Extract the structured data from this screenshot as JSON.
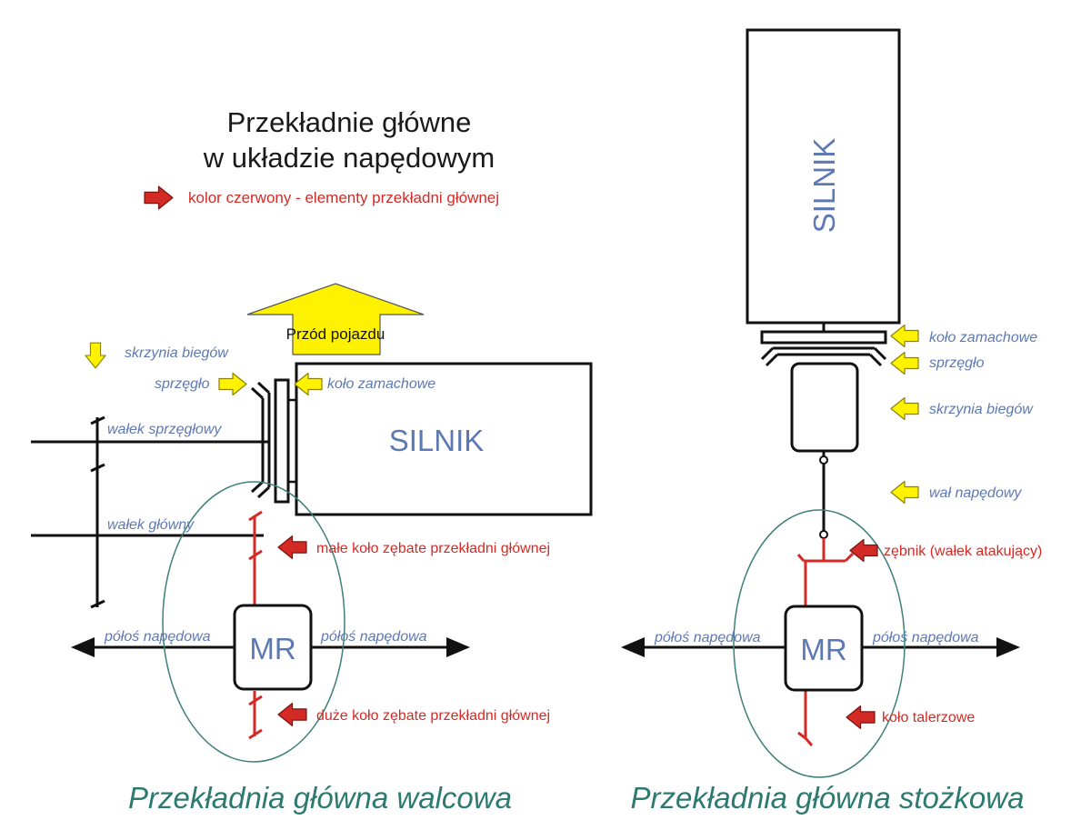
{
  "title": {
    "line1": "Przekładnie główne",
    "line2": "w układzie napędowym"
  },
  "legend": {
    "text": "kolor czerwony - elementy przekładni głównej"
  },
  "colors": {
    "gearbox_red": "#d42a26",
    "pointer_yellow": "#fff200",
    "label_blue": "#5d79b4",
    "caption_teal": "#2c7a70",
    "ellipse_teal": "#3e7f78"
  },
  "left_diagram": {
    "engine_label": "SILNIK",
    "front_arrow_label": "Przód pojazdu",
    "labels": {
      "gearbox": "skrzynia biegów",
      "clutch": "sprzęgło",
      "flywheel": "koło zamachowe",
      "clutch_shaft": "wałek sprzęgłowy",
      "main_shaft": "wałek główny",
      "small_gear": "małe koło zębate przekładni głównej",
      "big_gear": "duże koło zębate przekładni głównej",
      "halfshaft_left": "półoś napędowa",
      "halfshaft_right": "półoś napędowa"
    },
    "diff_label": "MR",
    "caption": "Przekładnia główna walcowa"
  },
  "right_diagram": {
    "engine_label": "SILNIK",
    "labels": {
      "flywheel": "koło zamachowe",
      "clutch": "sprzęgło",
      "gearbox": "skrzynia biegów",
      "drive_shaft": "wał napędowy",
      "pinion": "zębnik (wałek atakujący)",
      "crown_wheel": "koło talerzowe",
      "halfshaft_left": "półoś napędowa",
      "halfshaft_right": "półoś napędowa"
    },
    "diff_label": "MR",
    "caption": "Przekładnia główna stożkowa"
  }
}
